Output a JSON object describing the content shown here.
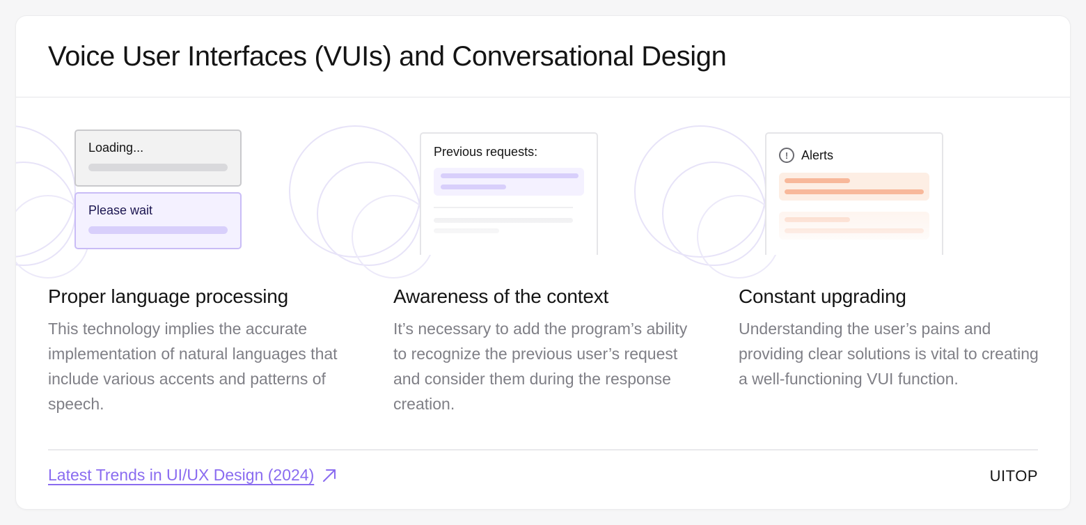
{
  "card": {
    "title": "Voice User Interfaces (VUIs) and Conversational Design"
  },
  "features": [
    {
      "title": "Proper language processing",
      "description": "This technology implies the accurate implementation of natural languages that include various accents and patterns of speech.",
      "illustration": {
        "box1_label": "Loading...",
        "box2_label": "Please wait"
      }
    },
    {
      "title": "Awareness of the context",
      "description": "It’s necessary to add the program’s ability to recognize the previous user’s request and consider them during the response creation.",
      "illustration": {
        "panel_label": "Previous requests:"
      }
    },
    {
      "title": "Constant upgrading",
      "description": "Understanding the user’s pains and providing clear solutions is vital to creating a well-functioning VUI function.",
      "illustration": {
        "panel_label": "Alerts",
        "icon": "alert-circle-icon"
      }
    }
  ],
  "footer": {
    "link_label": "Latest Trends in UI/UX Design (2024)",
    "link_icon": "arrow-up-right-icon",
    "brand": "UITOP"
  },
  "colors": {
    "accent": "#8a6cf0",
    "lavender_fill": "#f4f1ff",
    "peach_fill": "#fdeee4",
    "text_muted": "#7f7f86"
  }
}
